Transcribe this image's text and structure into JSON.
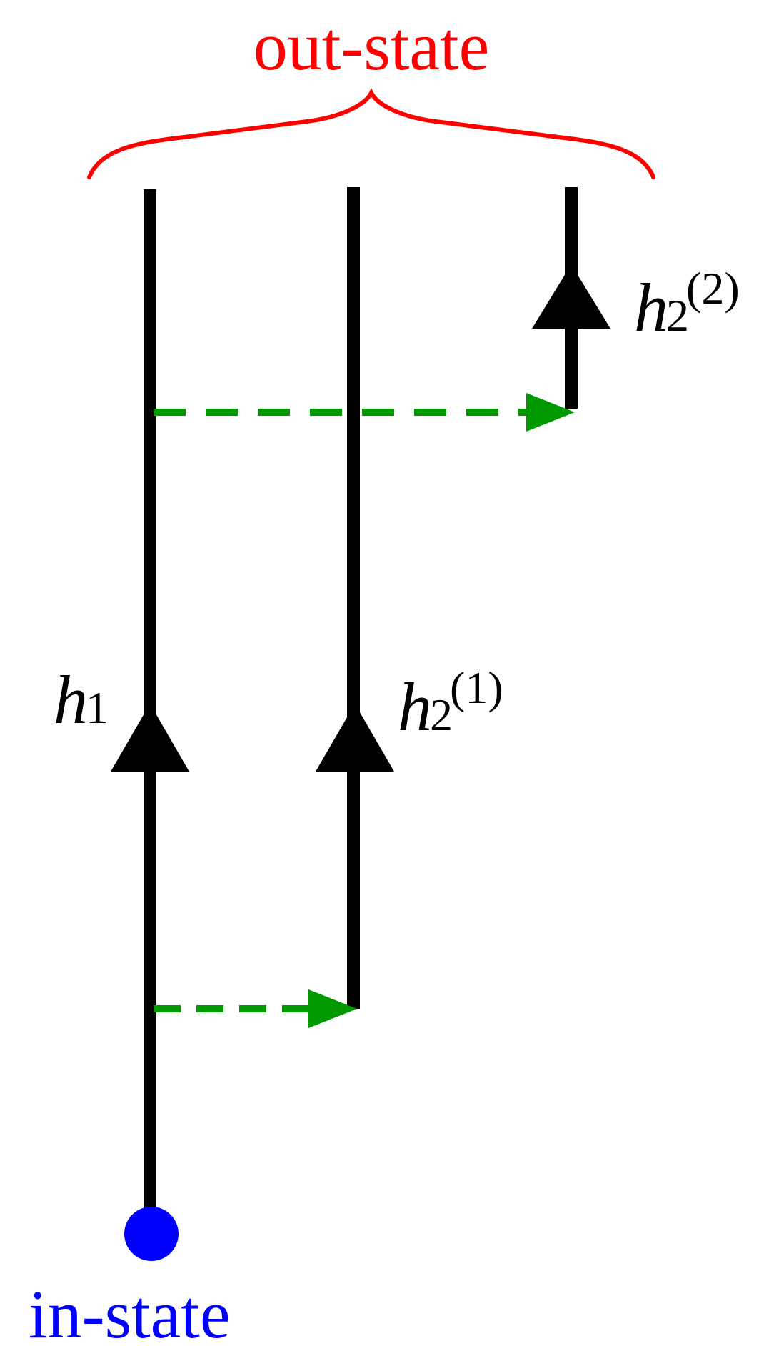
{
  "labels": {
    "out_state": "out-state",
    "in_state": "in-state",
    "h1": {
      "main": "h",
      "subscript": "1"
    },
    "h2_1": {
      "main": "h",
      "subscript": "2",
      "superscript": "(1)"
    },
    "h2_2": {
      "main": "h",
      "subscript": "2",
      "superscript": "(2)"
    }
  },
  "colors": {
    "out_state": "#ff0000",
    "in_state": "#0000ff",
    "lines": "#000000",
    "dashed_arrows": "#009900",
    "text": "#000000"
  },
  "icons": {
    "in_state_marker": "circle",
    "arrowheads": "triangle"
  }
}
